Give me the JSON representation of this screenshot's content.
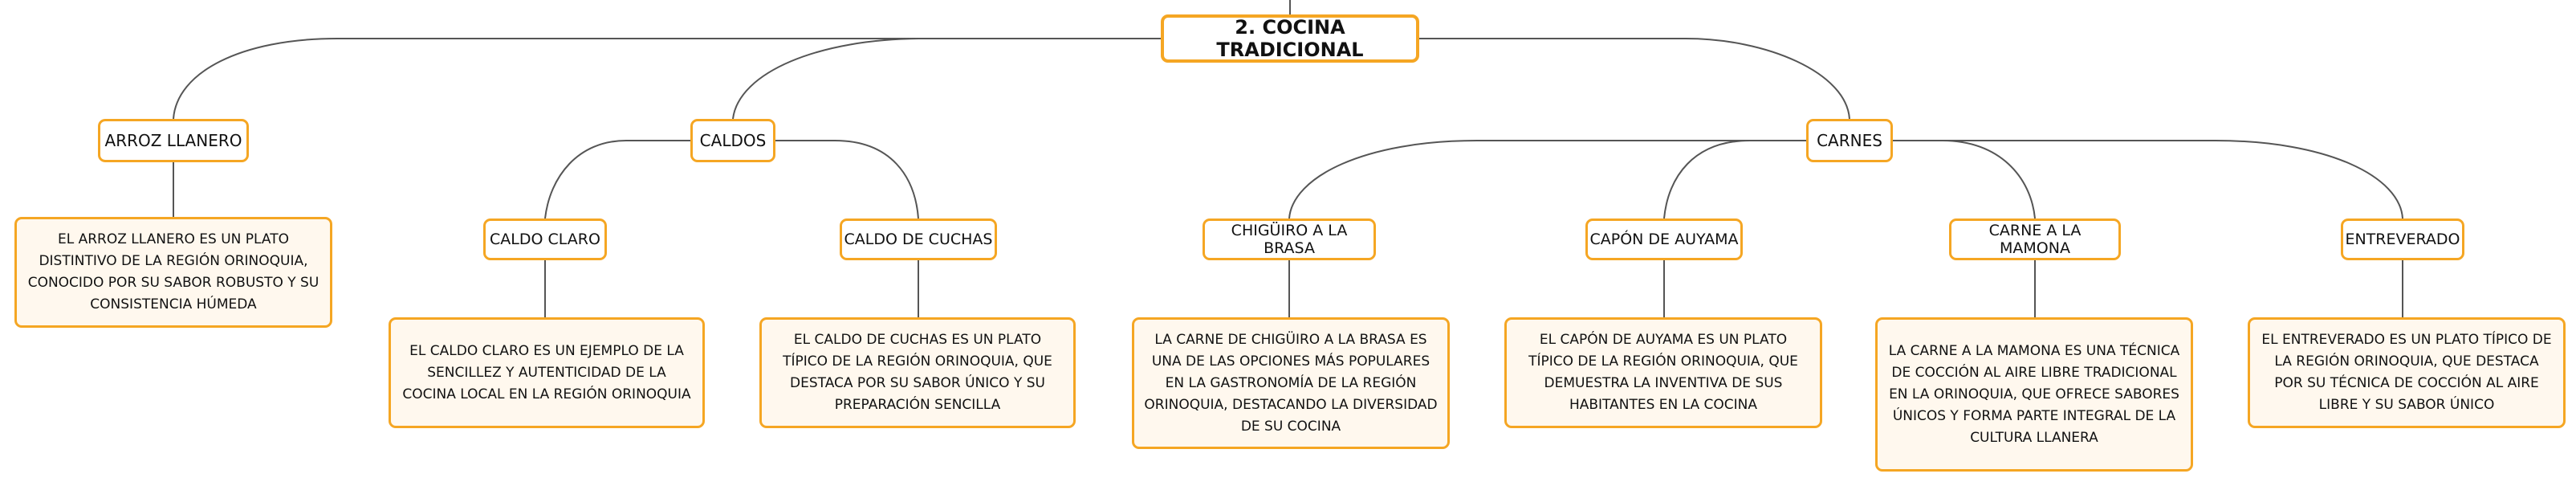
{
  "diagram": {
    "root": {
      "label": "2. COCINA TRADICIONAL"
    },
    "arroz_llanero": {
      "label": "ARROZ LLANERO",
      "description": "EL ARROZ LLANERO ES UN PLATO DISTINTIVO DE LA REGIÓN ORINOQUIA, CONOCIDO POR SU SABOR ROBUSTO Y SU CONSISTENCIA HÚMEDA"
    },
    "caldos": {
      "label": "CALDOS",
      "children": [
        {
          "label": "CALDO CLARO",
          "description": "EL CALDO CLARO ES UN EJEMPLO DE LA SENCILLEZ Y AUTENTICIDAD DE LA COCINA LOCAL EN LA REGIÓN ORINOQUIA"
        },
        {
          "label": "CALDO DE CUCHAS",
          "description": "EL CALDO DE CUCHAS ES UN PLATO TÍPICO DE LA REGIÓN ORINOQUIA, QUE DESTACA POR SU SABOR ÚNICO Y SU PREPARACIÓN SENCILLA"
        }
      ]
    },
    "carnes": {
      "label": "CARNES",
      "children": [
        {
          "label": "CHIGÜIRO A LA BRASA",
          "description": "LA CARNE DE CHIGÜIRO A LA BRASA ES UNA DE LAS OPCIONES MÁS POPULARES EN LA GASTRONOMÍA DE LA REGIÓN ORINOQUIA, DESTACANDO LA DIVERSIDAD DE SU COCINA"
        },
        {
          "label": "CAPÓN DE AUYAMA",
          "description": "EL CAPÓN DE AUYAMA ES UN PLATO TÍPICO DE LA REGIÓN ORINOQUIA, QUE DEMUESTRA LA INVENTIVA DE SUS HABITANTES EN LA COCINA"
        },
        {
          "label": "CARNE A LA MAMONA",
          "description": "LA CARNE A LA MAMONA ES UNA TÉCNICA DE COCCIÓN AL AIRE LIBRE TRADICIONAL EN LA ORINOQUIA, QUE OFRECE SABORES ÚNICOS Y FORMA PARTE INTEGRAL DE LA CULTURA LLANERA"
        },
        {
          "label": "ENTREVERADO",
          "description": "EL ENTREVERADO ES UN PLATO TÍPICO DE LA REGIÓN ORINOQUIA, QUE DESTACA POR SU TÉCNICA DE COCCIÓN AL AIRE LIBRE Y SU SABOR ÚNICO"
        }
      ]
    }
  },
  "colors": {
    "node_border": "#f5a623",
    "description_fill": "#fff8ee",
    "connector": "#555555"
  }
}
